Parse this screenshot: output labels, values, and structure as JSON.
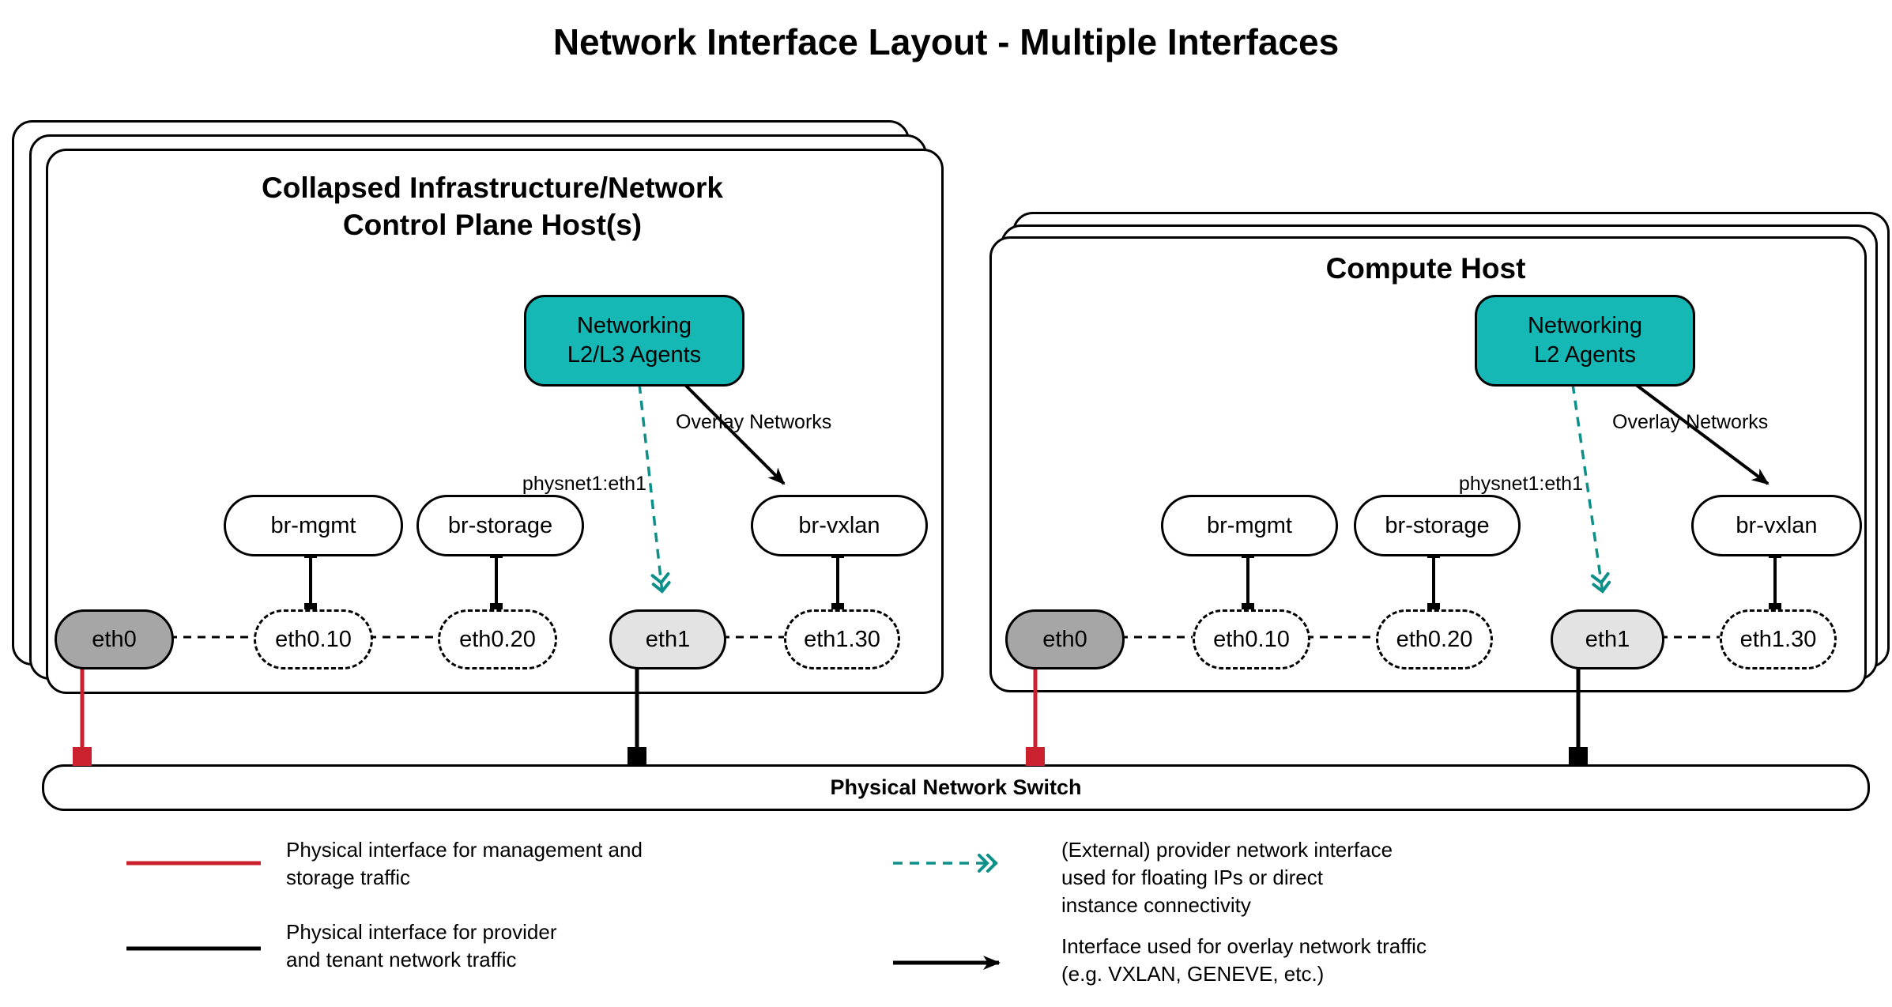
{
  "title": "Network Interface Layout - Multiple Interfaces",
  "colors": {
    "teal": "#15b8b5",
    "teal_arrow": "#0d8f8a",
    "red": "#cb212e",
    "black": "#000000"
  },
  "hosts": [
    {
      "name": "control-plane-host",
      "title_lines": [
        "Collapsed Infrastructure/Network",
        "Control Plane Host(s)"
      ],
      "agents_label_lines": [
        "Networking",
        "L2/L3 Agents"
      ],
      "overlay_label": "Overlay Networks",
      "physnet_label": "physnet1:eth1",
      "bridges": [
        "br-mgmt",
        "br-storage",
        "br-vxlan"
      ],
      "interfaces": [
        "eth0",
        "eth0.10",
        "eth0.20",
        "eth1",
        "eth1.30"
      ]
    },
    {
      "name": "compute-host",
      "title_lines": [
        "Compute Host"
      ],
      "agents_label_lines": [
        "Networking",
        "L2 Agents"
      ],
      "overlay_label": "Overlay Networks",
      "physnet_label": "physnet1:eth1",
      "bridges": [
        "br-mgmt",
        "br-storage",
        "br-vxlan"
      ],
      "interfaces": [
        "eth0",
        "eth0.10",
        "eth0.20",
        "eth1",
        "eth1.30"
      ]
    }
  ],
  "switch_label": "Physical Network Switch",
  "legend": [
    {
      "key": "mgmt-storage",
      "lines": [
        "Physical interface for management and",
        "storage traffic"
      ]
    },
    {
      "key": "provider-tenant",
      "lines": [
        "Physical interface for provider",
        "and tenant network traffic"
      ]
    },
    {
      "key": "external-provider",
      "lines": [
        "(External) provider network interface",
        "used for floating IPs or direct",
        "instance connectivity"
      ]
    },
    {
      "key": "overlay-traffic",
      "lines": [
        "Interface used for overlay network traffic",
        "(e.g. VXLAN, GENEVE, etc.)"
      ]
    }
  ]
}
